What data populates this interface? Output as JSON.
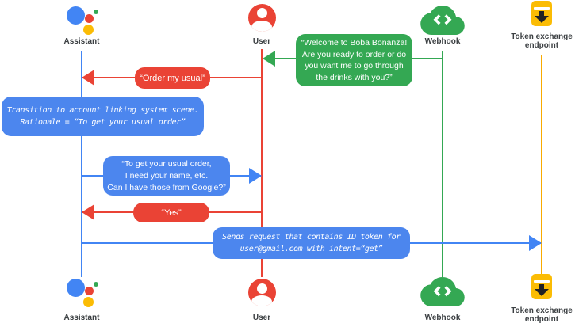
{
  "colors": {
    "blue_line": "#4285F4",
    "blue_bubble": "#4C86EE",
    "red": "#EA4335",
    "green": "#34A853",
    "yellow_icon": "#FBBC04",
    "orange_lifeline": "#F9AB00",
    "label_gray": "#3C4043"
  },
  "actors": {
    "assistant": {
      "label": "Assistant"
    },
    "user": {
      "label": "User"
    },
    "webhook": {
      "label": "Webhook"
    },
    "token_endpoint": {
      "label": "Token exchange\nendpoint"
    }
  },
  "messages": {
    "welcome": {
      "from": "Webhook",
      "to": "User",
      "text": "“Welcome to Boba Bonanza!\nAre you ready to order or do\nyou want me to go through\nthe drinks with you?”"
    },
    "order_my_usual": {
      "from": "User",
      "to": "Assistant",
      "text": "“Order my usual”"
    },
    "transition_note": {
      "attached_to": "Assistant",
      "text": "Transition to account linking system scene.\nRationale = “To get your usual order”"
    },
    "need_details": {
      "from": "Assistant",
      "to": "User",
      "text": "“To get your usual order,\nI need your name, etc.\nCan I have those from Google?”"
    },
    "yes": {
      "from": "User",
      "to": "Assistant",
      "text": "“Yes”"
    },
    "sends_request": {
      "from": "Assistant",
      "to": "Token exchange endpoint",
      "text": "Sends request that contains ID token for\nuser@gmail.com with intent=“get”"
    }
  }
}
